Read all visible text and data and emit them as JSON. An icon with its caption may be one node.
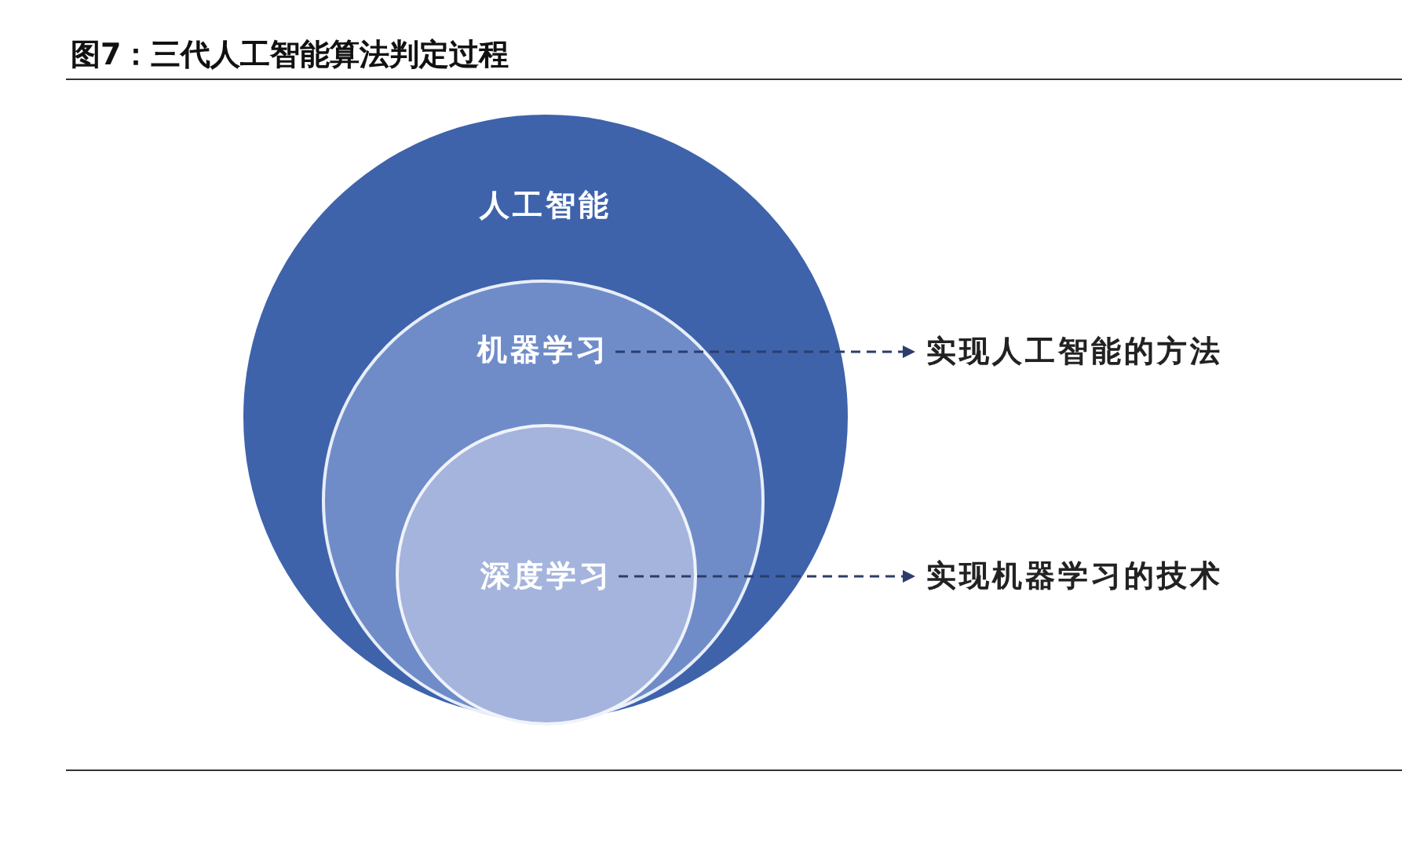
{
  "diagram": {
    "title": "图7：三代人工智能算法判定过程",
    "nodes": [
      {
        "text": [
          "人工智能"
        ]
      },
      {
        "text": [
          "机器学习"
        ],
        "in": 0
      },
      {
        "text": [
          "深度学习"
        ],
        "in": 1
      },
      {
        "text": [
          "实现人工智能的方法"
        ]
      },
      {
        "text": [
          "实现机器学习的技术"
        ]
      }
    ],
    "edges": [
      {
        "from": 1,
        "to": 3,
        "arrow": "to",
        "style": "dashed"
      },
      {
        "from": 2,
        "to": 4,
        "arrow": "to",
        "style": "dashed"
      }
    ]
  }
}
